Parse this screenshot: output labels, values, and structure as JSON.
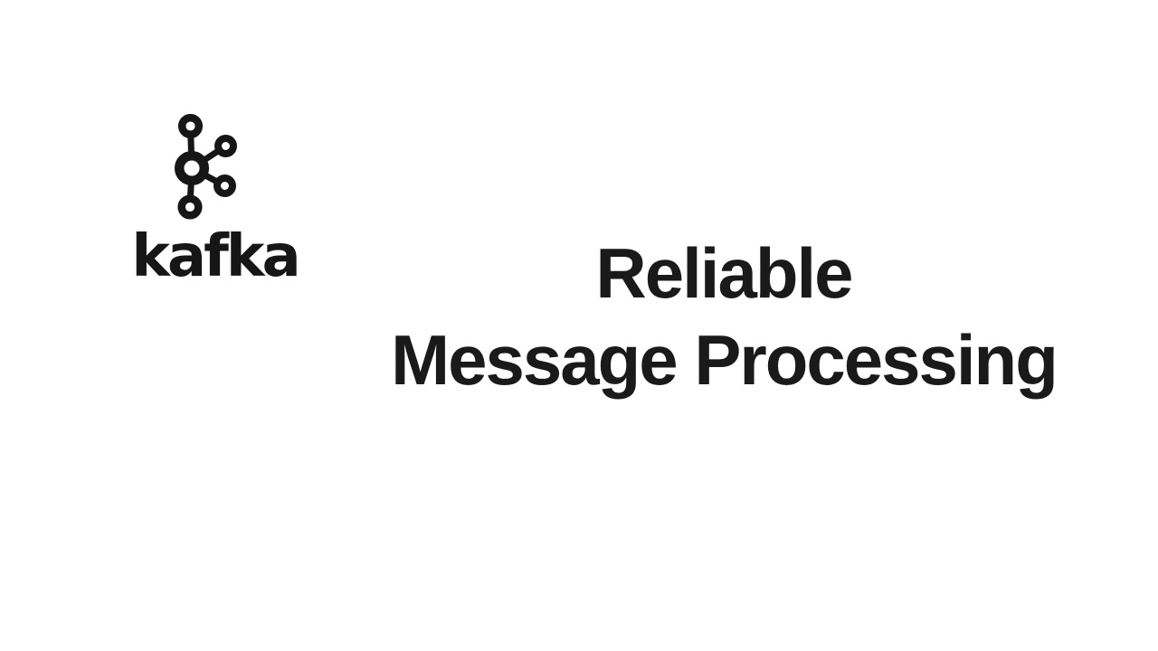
{
  "page": {
    "background_color": "#ffffff"
  },
  "logo": {
    "icon": "kafka-node-graph-icon",
    "wordmark": "kafka",
    "color": "#161616"
  },
  "title": {
    "line1": "Reliable",
    "line2": "Message Processing",
    "color": "#1a1a1a"
  }
}
